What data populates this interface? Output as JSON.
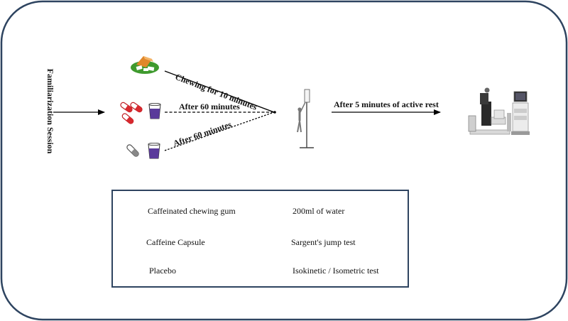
{
  "diagram": {
    "session_label": "Familiarization Session",
    "arrow_chewing_label": "Chewing for 10 minutes",
    "arrow_capsule_label": "After 60 minutes",
    "arrow_placebo_label": "After 60 minutes",
    "arrow_rest_label": "After 5 minutes of active rest"
  },
  "legend": {
    "items": [
      {
        "icon": "chewing-gum-icon",
        "label": "Caffeinated chewing gum"
      },
      {
        "icon": "water-cup-icon",
        "label": "200ml of water"
      },
      {
        "icon": "caffeine-capsule-icon",
        "label": "Caffeine Capsule"
      },
      {
        "icon": "jump-test-icon",
        "label": "Sargent's jump test"
      },
      {
        "icon": "placebo-capsule-icon",
        "label": "Placebo"
      },
      {
        "icon": "dynamometer-icon",
        "label": "Isokinetic / Isometric test"
      }
    ]
  },
  "colors": {
    "frame": "#2e4460",
    "gum_green": "#3f9a2e",
    "gum_orange": "#e0872a",
    "capsule_red": "#d8282e",
    "water_purple": "#5a3a9a",
    "placebo_gray": "#8a8a8a"
  }
}
